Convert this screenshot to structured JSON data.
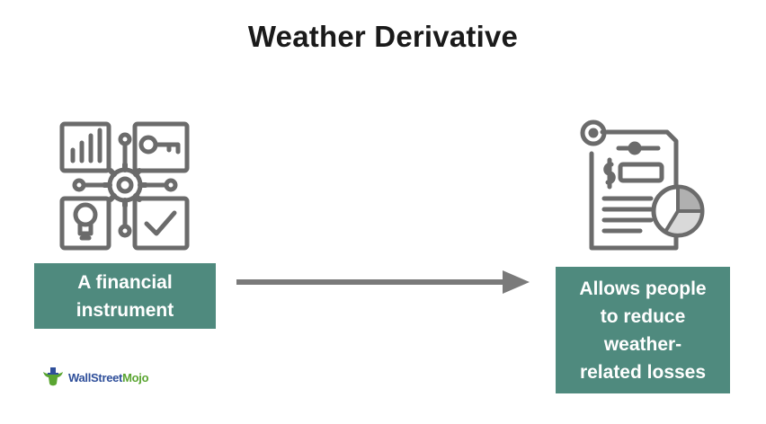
{
  "title": "Weather Derivative",
  "left_box": {
    "lines": [
      "A financial",
      "instrument"
    ]
  },
  "right_box": {
    "lines": [
      "Allows people",
      "to reduce",
      "weather-",
      "related losses"
    ]
  },
  "logo": {
    "part1": "WallStreet",
    "part2": "Mojo"
  },
  "colors": {
    "box_fill": "#4f8a7e",
    "icon_stroke": "#6b6b6b",
    "arrow": "#7a7a7a"
  },
  "icons": {
    "left": "financial-instrument-icon",
    "right": "financial-report-icon"
  }
}
